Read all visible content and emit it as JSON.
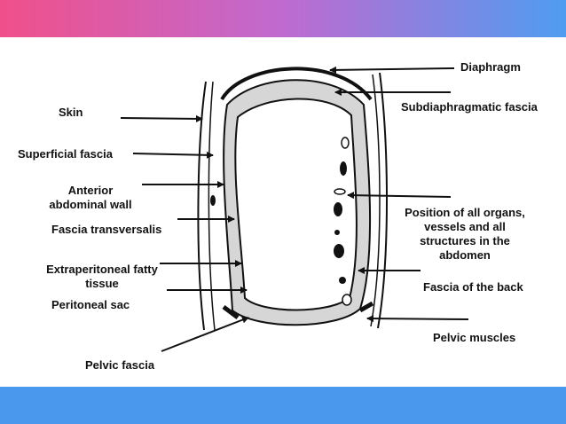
{
  "slide": {
    "colors": {
      "band_top_left": "#f0508a",
      "band_top_right": "#4f9cf0",
      "band_bottom": "#4a98ee",
      "ink": "#111111"
    }
  },
  "labels": {
    "diaphragm": "Diaphragm",
    "subdiaphragmatic_fascia": "Subdiaphragmatic fascia",
    "skin": "Skin",
    "superficial_fascia": "Superficial fascia",
    "anterior_wall_line1": "Anterior",
    "anterior_wall_line2": "abdominal wall",
    "fascia_transversalis": "Fascia transversalis",
    "extraperitoneal_line1": "Extraperitoneal fatty",
    "extraperitoneal_line2": "tissue",
    "peritoneal_sac": "Peritoneal sac",
    "organs_line1": "Position of all organs,",
    "organs_line2": "vessels and all",
    "organs_line3": "structures in the",
    "organs_line4": "abdomen",
    "fascia_of_back": "Fascia of the back",
    "pelvic_muscles": "Pelvic muscles",
    "pelvic_fascia": "Pelvic fascia"
  }
}
